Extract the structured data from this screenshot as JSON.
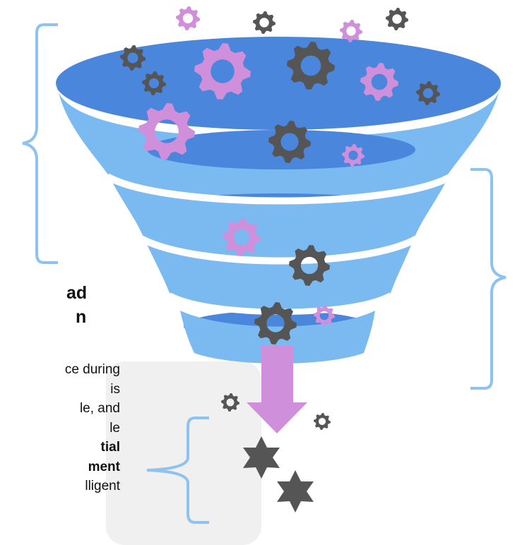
{
  "heading": {
    "line1": "ad",
    "line2": "n"
  },
  "body_lines": [
    {
      "text": "ce during",
      "bold": false
    },
    {
      "text": "is",
      "bold": false
    },
    {
      "text": "le, and",
      "bold": false
    },
    {
      "text": "le",
      "bold": false
    },
    {
      "text": "tial",
      "bold": true
    },
    {
      "text": "ment",
      "bold": true
    },
    {
      "text": "lligent",
      "bold": false
    }
  ],
  "colors": {
    "funnel_light": "#7bbaf1",
    "funnel_dark": "#4a86dc",
    "bracket": "#8fc3ef",
    "gear_gray": "#555555",
    "gear_purple": "#cf8fda",
    "arrow": "#cf8fda",
    "star": "#555555",
    "panel": "#f0f0f0"
  },
  "icons": [
    "gear-icon",
    "down-arrow-icon",
    "star-icon",
    "bracket-icon"
  ]
}
